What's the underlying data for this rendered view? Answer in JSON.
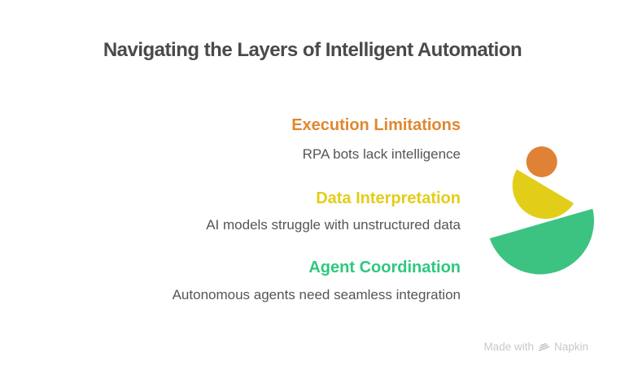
{
  "title": "Navigating the Layers of Intelligent Automation",
  "title_color": "#4A4A4A",
  "body_text_color": "#555555",
  "sections": [
    {
      "heading": "Execution Limitations",
      "description": "RPA bots lack intelligence",
      "color": "#E0872F"
    },
    {
      "heading": "Data Interpretation",
      "description": "AI models struggle with unstructured data",
      "color": "#E3CD17"
    },
    {
      "heading": "Agent Coordination",
      "description": "Autonomous agents need seamless integration",
      "color": "#2EC87E"
    }
  ],
  "graphic": {
    "shapes": [
      {
        "name": "orange-circle",
        "color": "#E08236"
      },
      {
        "name": "yellow-semicircle",
        "color": "#E2CE19"
      },
      {
        "name": "green-semicircle",
        "color": "#3DC381"
      }
    ]
  },
  "footer": {
    "made_with": "Made with",
    "brand": "Napkin",
    "logo": "napkin-logo-icon",
    "color": "#C9C9C9"
  }
}
